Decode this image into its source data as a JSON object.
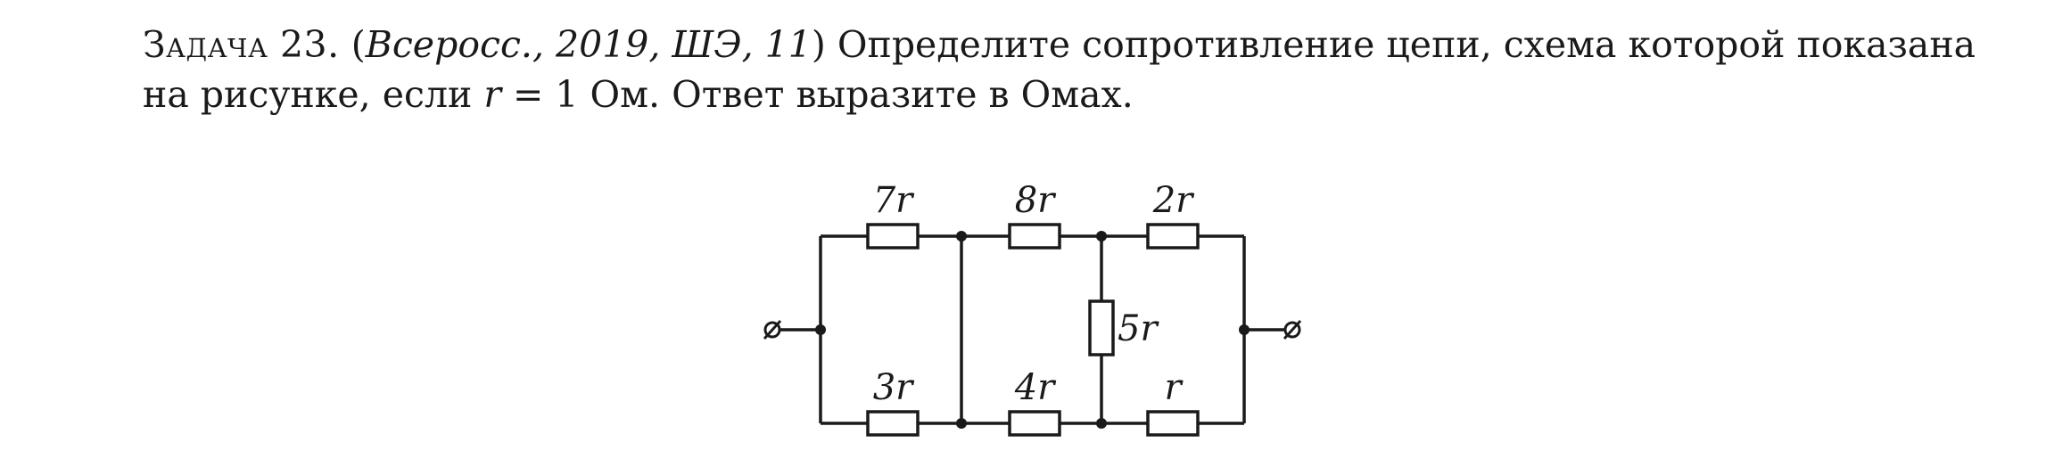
{
  "problem": {
    "label": "Задача 23.",
    "open_paren": "(",
    "source": "Всеросс., 2019, ШЭ, 11",
    "close_paren": ")",
    "text_line1": "Определите сопротивление цепи, схема которой показана",
    "text_line2_a": "на рисунке, если",
    "var_r": "r",
    "text_line2_b": "= 1 Ом. Ответ выразите в Омах."
  },
  "circuit": {
    "resistors": [
      {
        "name": "top-left",
        "label": "7r"
      },
      {
        "name": "top-middle",
        "label": "8r"
      },
      {
        "name": "top-right",
        "label": "2r"
      },
      {
        "name": "middle-vertical",
        "label": "5r"
      },
      {
        "name": "bottom-left",
        "label": "3r"
      },
      {
        "name": "bottom-middle",
        "label": "4r"
      },
      {
        "name": "bottom-right",
        "label": "r"
      }
    ],
    "terminal_symbol": "⌀"
  }
}
